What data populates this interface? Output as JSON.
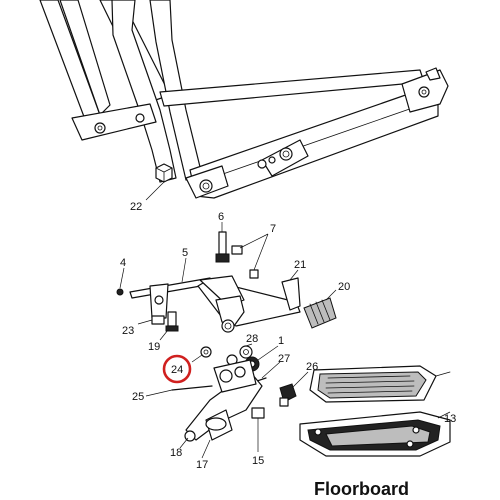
{
  "callouts": {
    "c1": "1",
    "c4": "4",
    "c5": "5",
    "c6": "6",
    "c7": "7",
    "c13": "13",
    "c15": "15",
    "c17": "17",
    "c18": "18",
    "c19": "19",
    "c20": "20",
    "c21": "21",
    "c22": "22",
    "c23": "23",
    "c24": "24",
    "c25": "25",
    "c26": "26",
    "c27": "27",
    "c28": "28"
  },
  "caption": "Floorboard",
  "highlight": {
    "callout": "24",
    "color": "#d0201f"
  }
}
